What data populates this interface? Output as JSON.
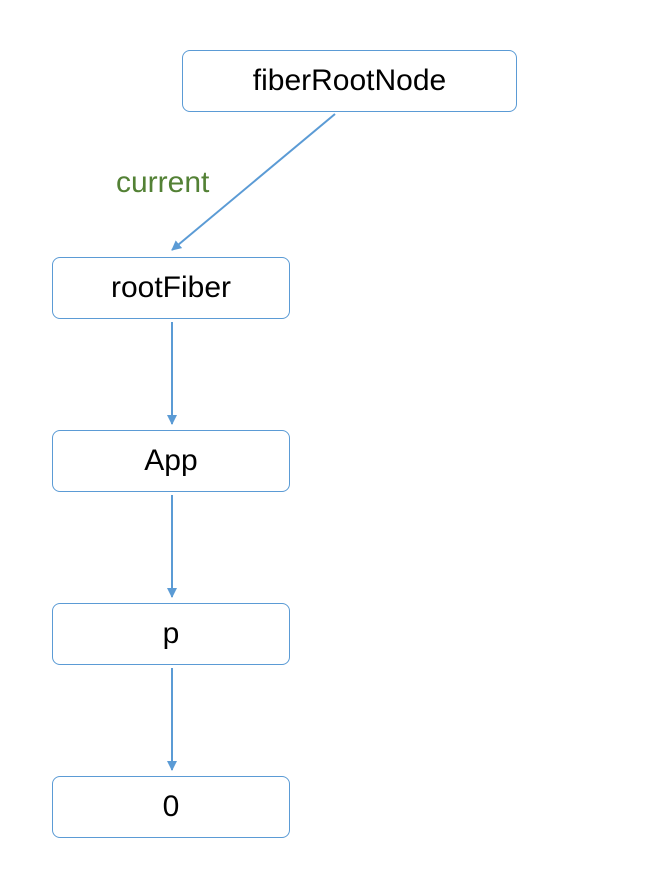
{
  "diagram": {
    "nodes": {
      "fiber_root_node": "fiberRootNode",
      "root_fiber": "rootFiber",
      "app": "App",
      "p": "p",
      "text_zero": "0"
    },
    "edge_labels": {
      "current": "current"
    },
    "colors": {
      "node_border": "#5b9bd5",
      "arrow": "#5b9bd5",
      "edge_label": "#538135",
      "text": "#000000"
    }
  }
}
